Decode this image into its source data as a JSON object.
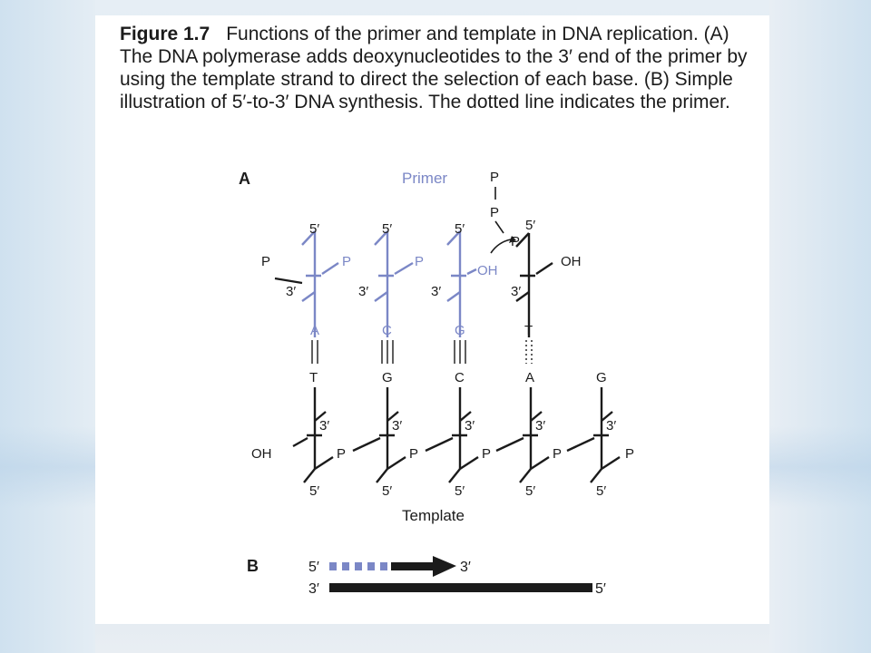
{
  "figure": {
    "label": "Figure 1.7",
    "caption": "Functions of the primer and template in DNA replication. (A) The DNA polymerase adds deoxynucleotides to the 3′ end of the primer by using the template strand to direct the selection of each base. (B) Simple illustration of 5′-to-3′ DNA synthesis. The dotted line indicates the primer."
  },
  "panel_a": {
    "label": "A",
    "primer_label": "Primer",
    "template_label": "Template",
    "incoming_p1": "P",
    "incoming_p2": "P",
    "incoming_p3": "P",
    "oh_primer": "OH",
    "oh_incoming": "OH",
    "oh_template": "OH",
    "p": "P",
    "five": "5′",
    "three": "3′",
    "top_bases": [
      "A",
      "C",
      "G",
      "T"
    ],
    "bottom_bases": [
      "T",
      "G",
      "C",
      "A",
      "G"
    ]
  },
  "panel_b": {
    "label": "B",
    "top_left": "5′",
    "top_right": "3′",
    "bottom_left": "3′",
    "bottom_right": "5′"
  },
  "colors": {
    "primer": "#7b87c6",
    "ink": "#1b1b1b"
  }
}
